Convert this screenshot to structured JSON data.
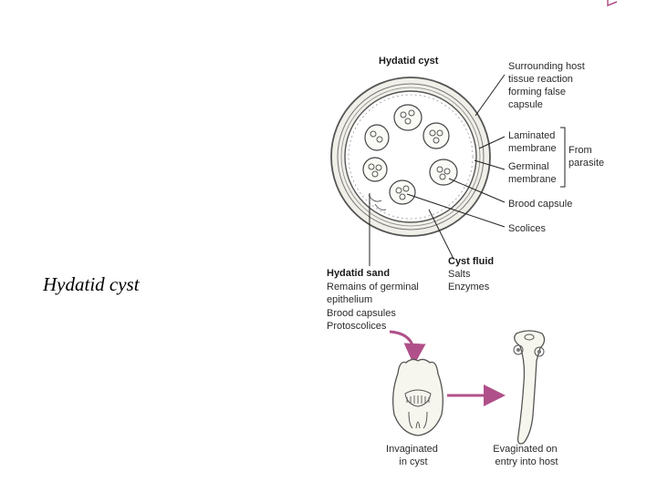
{
  "slide": {
    "title": "Hydatid cyst"
  },
  "diagram": {
    "heading": "Hydatid cyst",
    "labels": {
      "host_tissue": [
        "Surrounding host",
        "tissue reaction",
        "forming false",
        "capsule"
      ],
      "laminated": [
        "Laminated",
        "membrane"
      ],
      "germinal": [
        "Germinal",
        "membrane"
      ],
      "from_parasite": [
        "From",
        "parasite"
      ],
      "brood_capsule": "Brood capsule",
      "scolices": "Scolices",
      "cyst_fluid": {
        "title": "Cyst fluid",
        "items": [
          "Salts",
          "Enzymes"
        ]
      },
      "hydatid_sand": {
        "title": "Hydatid sand",
        "items": [
          "Remains of germinal",
          "epithelium",
          "Brood capsules",
          "Protoscolices"
        ]
      },
      "invaginated": [
        "Invaginated",
        "in cyst"
      ],
      "evaginated": [
        "Evaginated on",
        "entry into host"
      ]
    },
    "colors": {
      "arrow": "#b0508a",
      "line": "#222222",
      "outline": "#555555"
    }
  }
}
